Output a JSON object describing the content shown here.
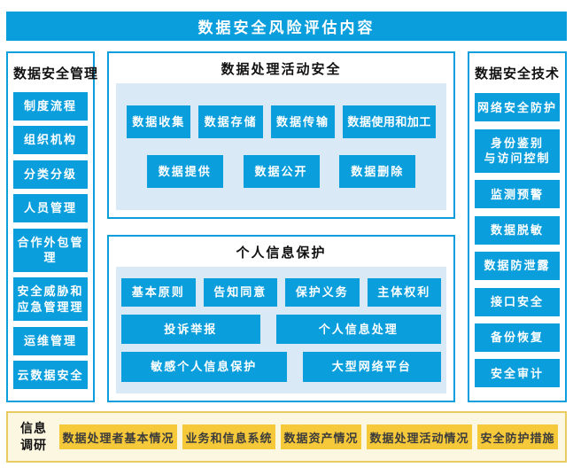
{
  "header": {
    "title": "数据安全风险评估内容"
  },
  "left_panel": {
    "title": "数据安全管理",
    "items": [
      "制度流程",
      "组织机构",
      "分类分级",
      "人员管理",
      "合作外包管理",
      "安全威胁和\n应急管理理",
      "运维管理",
      "云数据安全"
    ]
  },
  "center": {
    "processing": {
      "title": "数据处理活动安全",
      "rows": [
        [
          "数据收集",
          "数据存储",
          "数据传输",
          "数据使用和加工"
        ],
        [
          "数据提供",
          "数据公开",
          "数据删除"
        ]
      ]
    },
    "personal": {
      "title": "个人信息保护",
      "rows": [
        [
          "基本原则",
          "告知同意",
          "保护义务",
          "主体权利"
        ],
        [
          "投诉举报",
          "个人信息处理"
        ],
        [
          "敏感个人信息保护",
          "大型网络平台"
        ]
      ]
    }
  },
  "right_panel": {
    "title": "数据安全技术",
    "items": [
      "网络安全防护",
      "身份鉴别\n与访问控制",
      "监测预警",
      "数据脱敏",
      "数据防泄露",
      "接口安全",
      "备份恢复",
      "安全审计"
    ]
  },
  "bottom": {
    "label": "信息\n调研",
    "items": [
      "数据处理者基本情况",
      "业务和信息系统",
      "数据资产情况",
      "数据处理活动情况",
      "安全防护措施"
    ]
  },
  "colors": {
    "accent_blue": "#0a9edc",
    "inner_panel_blue": "#d9e9f6",
    "gold_button": "#f6c93a",
    "gold_border": "#e9cb62",
    "cream_background": "#fcf7e0"
  }
}
